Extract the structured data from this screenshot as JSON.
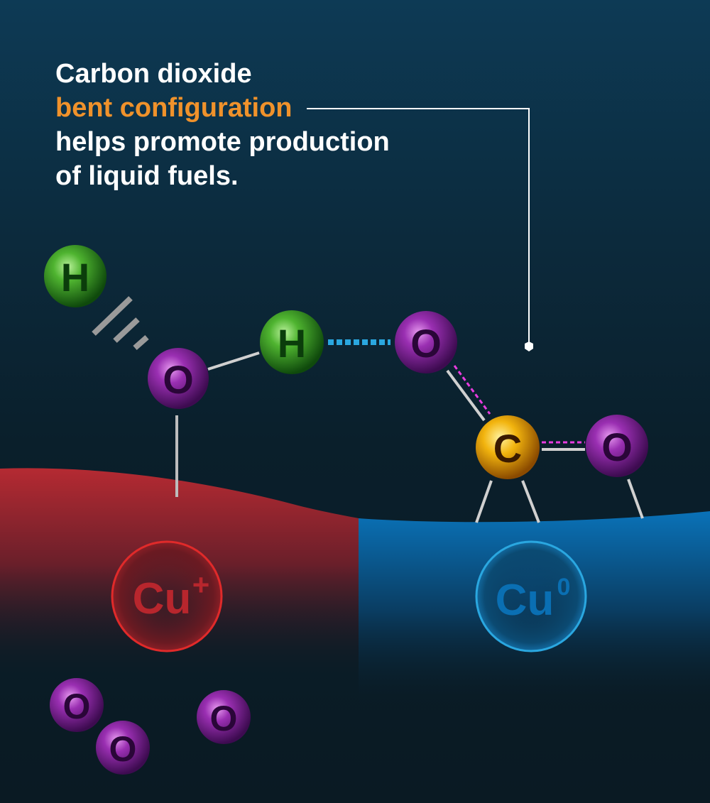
{
  "caption": {
    "line1": "Carbon dioxide",
    "line2_highlight": "bent configuration",
    "line3": "helps promote production",
    "line4": "of liquid fuels."
  },
  "atoms": {
    "h_top": "H",
    "o_left": "O",
    "h_mid": "H",
    "o_mid": "O",
    "c": "C",
    "o_right": "O",
    "o_bottom_1": "O",
    "o_bottom_2": "O",
    "o_bottom_3": "O"
  },
  "sites": {
    "cu_plus_base": "Cu",
    "cu_plus_charge": "+",
    "cu_zero_base": "Cu",
    "cu_zero_charge": "0"
  },
  "colors": {
    "highlight": "#f0922b",
    "cu_plus": "#b8262d",
    "cu_zero": "#0a6fb3",
    "hydrogen_bond": "#2aa7e0",
    "interaction_dash": "#e83ce0"
  }
}
